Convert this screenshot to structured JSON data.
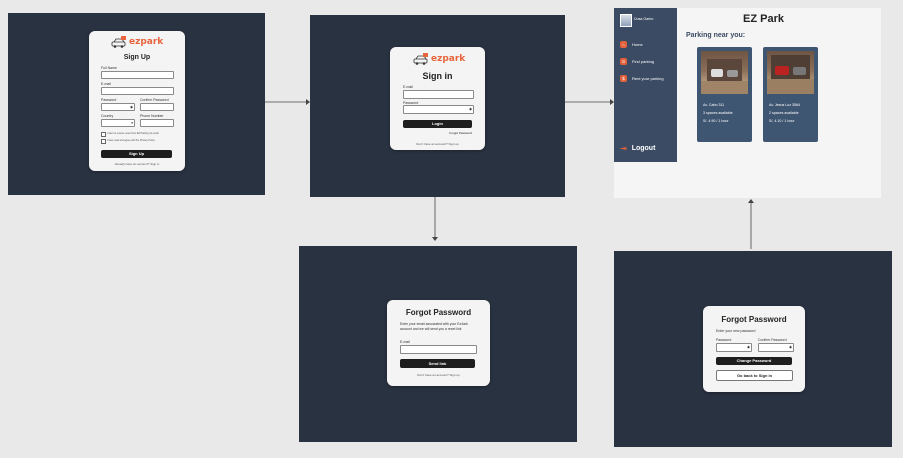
{
  "signup": {
    "brand": "ezpark",
    "title": "Sign Up",
    "full_name_label": "Full Name",
    "email_label": "E-mail",
    "password_label": "Password",
    "confirm_label": "Confirm Password",
    "country_label": "Country",
    "phone_label": "Phone Number",
    "terms_text": "I want to receive news from EZ Parking via email",
    "privacy_text": "I have read and agree with the Privacy Policy",
    "button": "Sign Up",
    "footer": "Already have an account? Sign in"
  },
  "signin": {
    "brand": "ezpark",
    "title": "Sign in",
    "email_label": "E-mail",
    "password_label": "Password",
    "button": "Login",
    "forgot_link": "Forgot Password",
    "footer": "Don't have an account? Sign up"
  },
  "forgot": {
    "title": "Forgot Password",
    "description": "Enter your email associated with your Ez4ark account and we will send you a reset link",
    "email_label": "E-mail",
    "button": "Send link",
    "footer": "Don't have an account? Sign up"
  },
  "reset": {
    "title": "Forgot Password",
    "subtitle": "Enter your new password",
    "password_label": "Password",
    "confirm_label": "Confirm Password",
    "button_change": "Change Password",
    "button_back": "Go back to Sign in"
  },
  "dashboard": {
    "app_title": "EZ Park",
    "heading": "Parking near you:",
    "user_name": "Dusa Garbo",
    "nav": [
      {
        "label": "Home",
        "icon": "home-icon"
      },
      {
        "label": "Find parking",
        "icon": "location-pin-icon"
      },
      {
        "label": "Rent your parking",
        "icon": "dollar-icon"
      }
    ],
    "logout": "Logout",
    "parkings": [
      {
        "address": "Av. Cabo 311",
        "spaces": "3 spaces available",
        "price": "S/. 4.90 / 1 hour"
      },
      {
        "address": "Av. Jesus Luz 3564",
        "spaces": "2 spaces available",
        "price": "S/. 4.10 / 1 hour"
      }
    ]
  },
  "colors": {
    "frame": "#293241",
    "accent": "#e8643c",
    "sidebar": "#3b4b63",
    "card": "#3f5672"
  }
}
